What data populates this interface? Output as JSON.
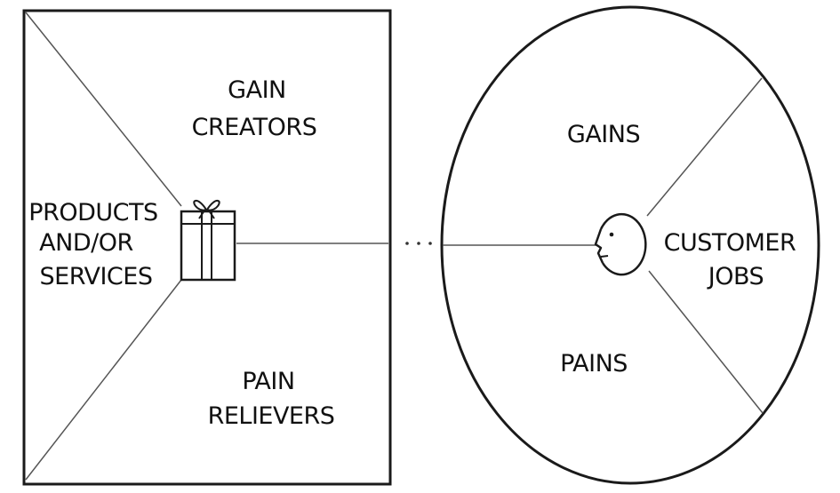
{
  "value_map": {
    "gain_creators": [
      "GAIN",
      "CREATORS"
    ],
    "products_services": [
      "PRODUCTS",
      "AND/OR",
      "SERVICES"
    ],
    "pain_relievers": [
      "PAIN",
      "RELIEVERS"
    ]
  },
  "customer_profile": {
    "gains": "GAINS",
    "customer_jobs": [
      "CUSTOMER",
      "JOBS"
    ],
    "pains": "PAINS"
  },
  "icons": {
    "product": "gift-box-icon",
    "customer": "customer-face-icon"
  },
  "colors": {
    "line": "#1a1a1a",
    "background": "#ffffff"
  }
}
